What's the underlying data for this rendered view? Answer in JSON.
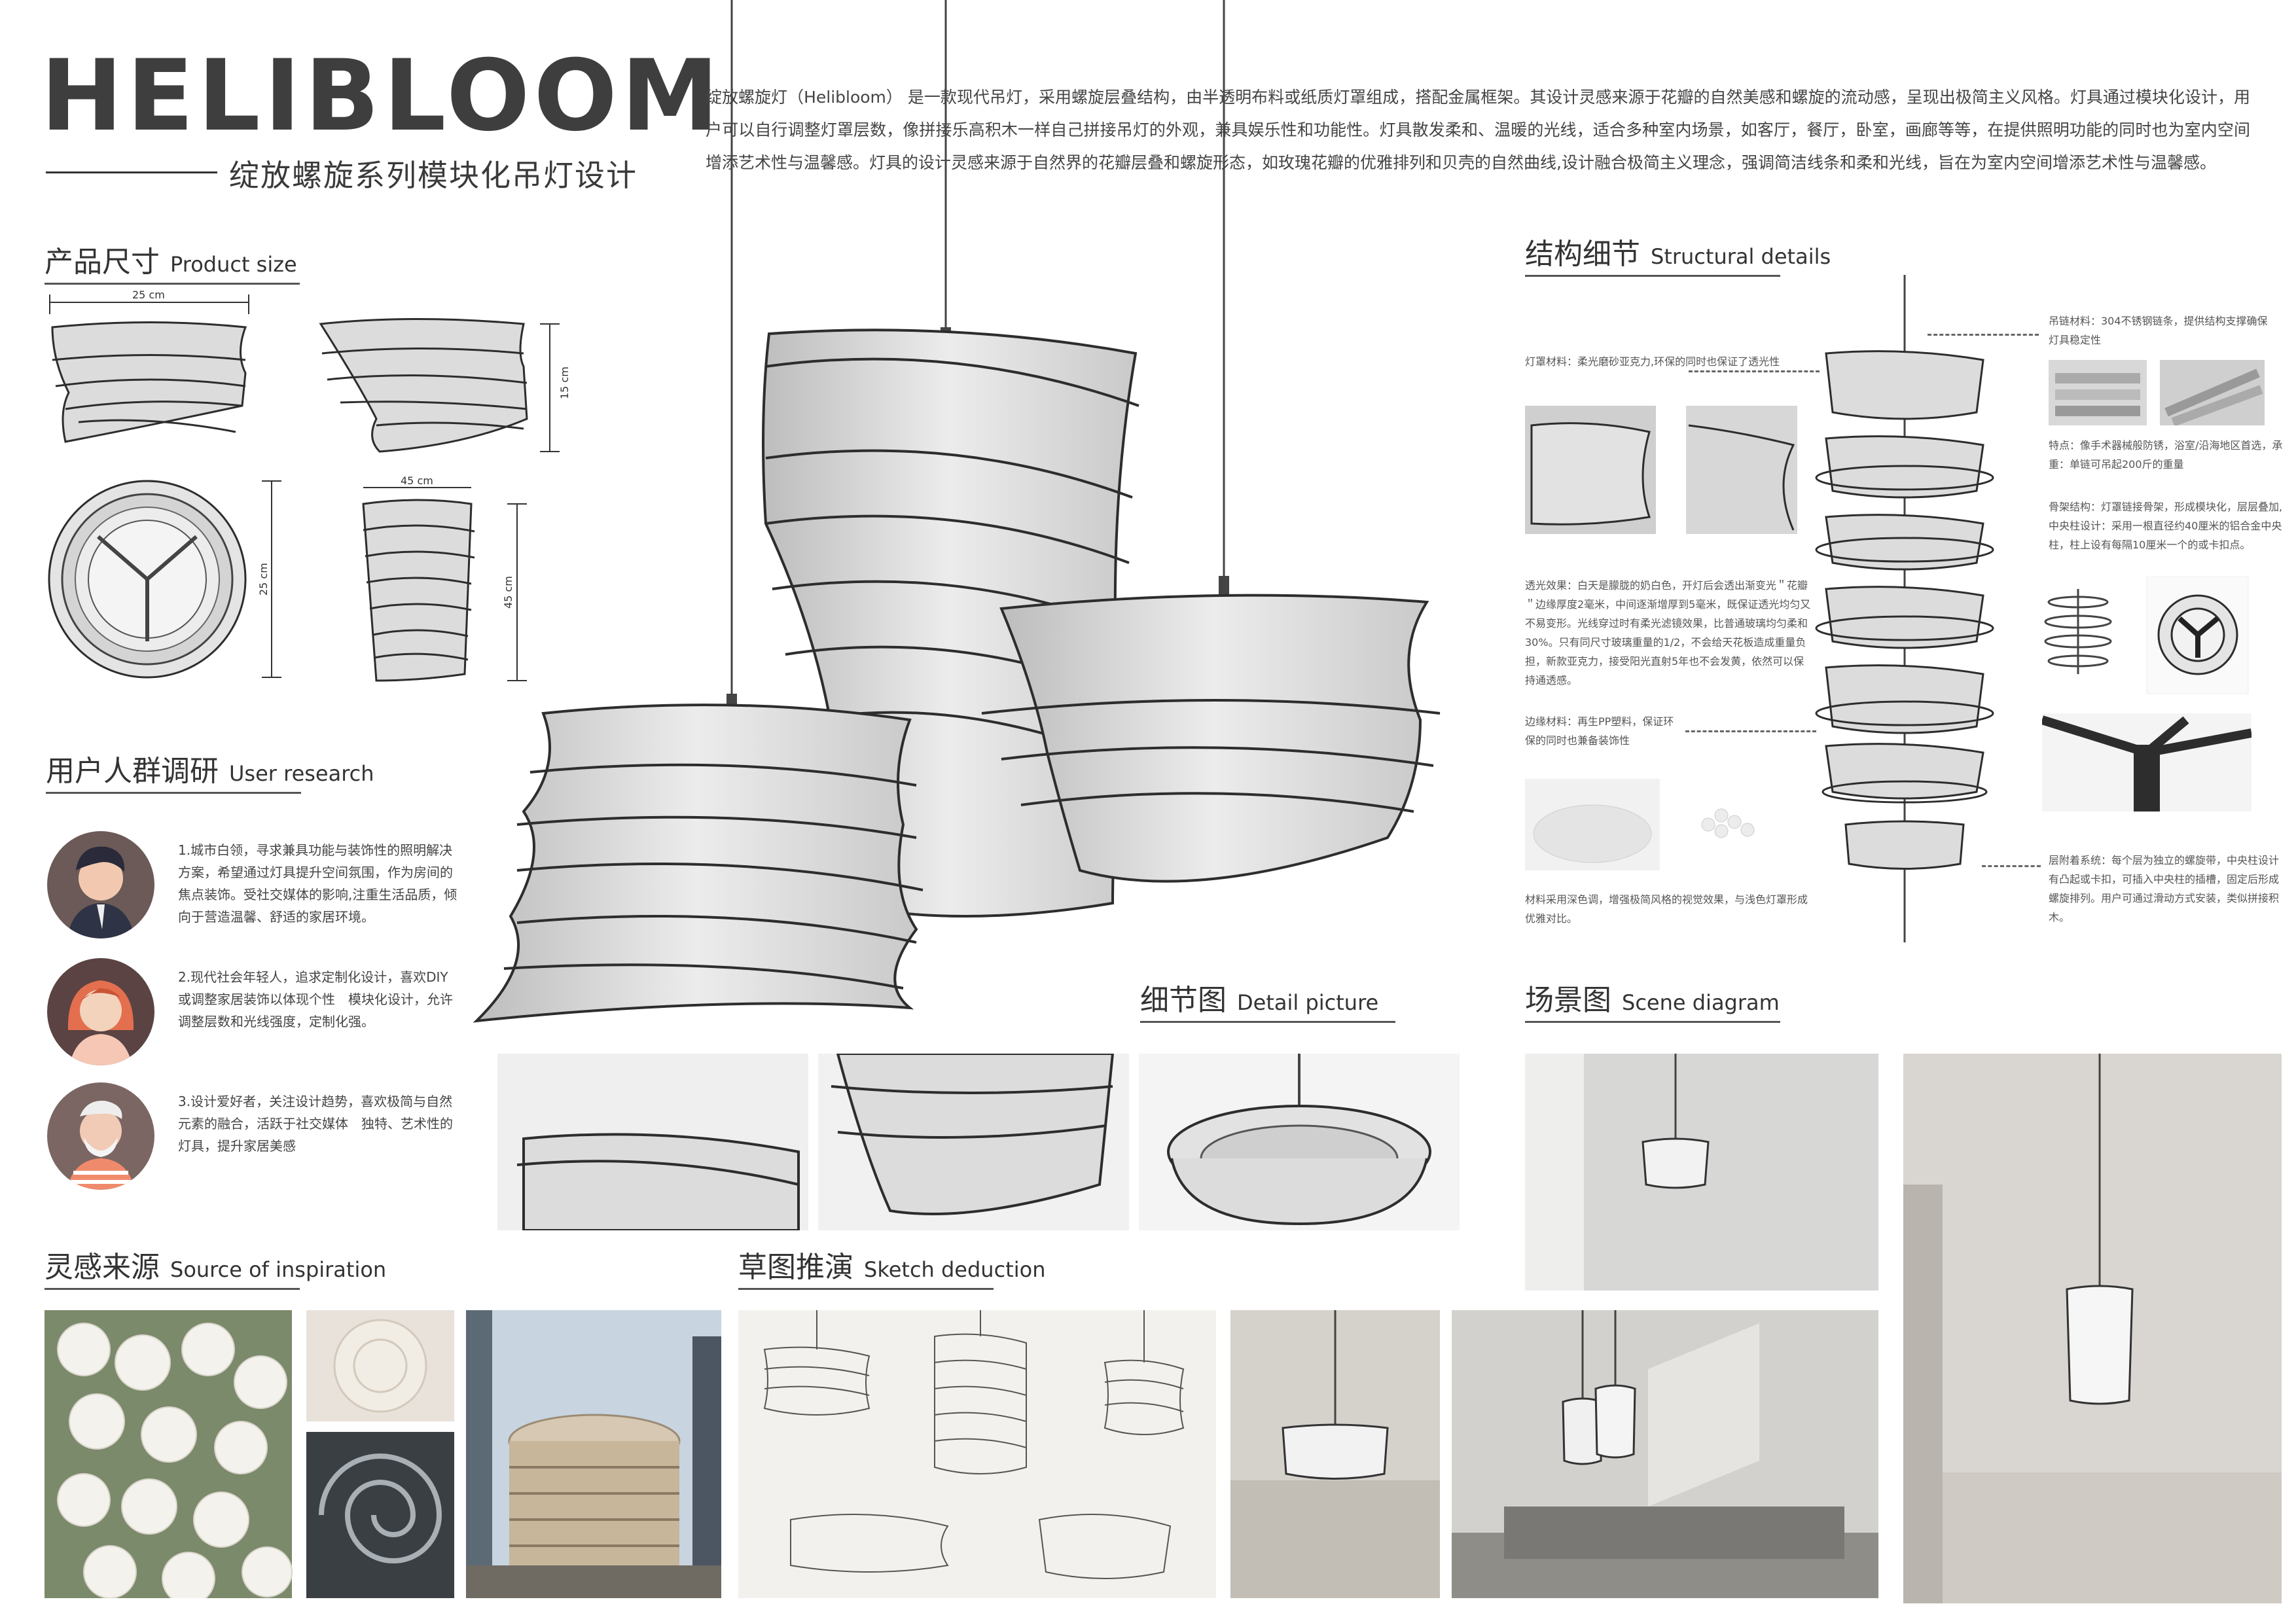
{
  "header": {
    "title": "HELIBLOOM",
    "subtitle": "绽放螺旋系列模块化吊灯设计",
    "intro": "绽放螺旋灯（Helibloom） 是一款现代吊灯，采用螺旋层叠结构，由半透明布料或纸质灯罩组成，搭配金属框架。其设计灵感来源于花瓣的自然美感和螺旋的流动感，呈现出极简主义风格。灯具通过模块化设计，用户可以自行调整灯罩层数，像拼接乐高积木一样自己拼接吊灯的外观，兼具娱乐性和功能性。灯具散发柔和、温暖的光线，适合多种室内场景，如客厅，餐厅，卧室，画廊等等，在提供照明功能的同时也为室内空间增添艺术性与温馨感。灯具的设计灵感来源于自然界的花瓣层叠和螺旋形态，如玫瑰花瓣的优雅排列和贝壳的自然曲线,设计融合极简主义理念，强调简洁线条和柔和光线，旨在为室内空间增添艺术性与温馨感。"
  },
  "sections": {
    "size": {
      "cn": "产品尺寸",
      "en": "Product size"
    },
    "user": {
      "cn": "用户人群调研",
      "en": "User research"
    },
    "inspiration": {
      "cn": "灵感来源",
      "en": "Source of inspiration"
    },
    "sketch": {
      "cn": "草图推演",
      "en": "Sketch deduction"
    },
    "structure": {
      "cn": "结构细节",
      "en": "Structural details"
    },
    "detail": {
      "cn": "细节图",
      "en": "Detail picture"
    },
    "scene": {
      "cn": "场景图",
      "en": "Scene diagram"
    }
  },
  "dimensions": {
    "front_width": "25 cm",
    "side_height": "15 cm",
    "top_diameter": "25 cm",
    "tall_width": "45 cm",
    "tall_height": "45 cm"
  },
  "users": [
    "1.城市白领，寻求兼具功能与装饰性的照明解决方案，希望通过灯具提升空间氛围，作为房间的焦点装饰。受社交媒体的影响,注重生活品质，倾向于营造温馨、舒适的家居环境。",
    "2.现代社会年轻人，追求定制化设计，喜欢DIY或调整家居装饰以体现个性　模块化设计，允许调整层数和光线强度，定制化强。",
    "3.设计爱好者，关注设计趋势，喜欢极简与自然元素的融合，活跃于社交媒体　独特、艺术性的灯具，提升家居美感"
  ],
  "structure": {
    "shade_material": "灯罩材料：柔光磨砂亚克力,环保的同时也保证了透光性",
    "light_effect": "透光效果：白天是朦胧的奶白色，开灯后会透出渐变光＂花瓣＂边缘厚度2毫米，中间逐渐增厚到5毫米，既保证透光均匀又不易变形。光线穿过时有柔光滤镜效果，比普通玻璃均匀柔和30%。只有同尺寸玻璃重量的1/2，不会给天花板造成重量负担，新款亚克力，接受阳光直射5年也不会发黄，依然可以保持通透感。",
    "edge_material": "边缘材料：再生PP塑料，保证环保的同时也兼备装饰性",
    "color_note": "材料采用深色调，增强极简风格的视觉效果，与浅色灯罩形成优雅对比。",
    "chain_material": "吊链材料：304不锈钢链条，提供结构支撑确保灯具稳定性",
    "chain_feature": "特点：像手术器械般防锈，浴室/沿海地区首选，承重：单链可吊起200斤的重量",
    "skeleton": "骨架结构：灯罩链接骨架，形成模块化，层层叠加,中央柱设计：采用一根直径约40厘米的铝合金中央柱，柱上设有每隔10厘米一个的或卡扣点。",
    "layer_system": "层附着系统：每个层为独立的螺旋带，中央柱设计有凸起或卡扣，可插入中央柱的插槽，固定后形成螺旋排列。用户可通过滑动方式安装，类似拼接积木。"
  },
  "colors": {
    "title": "#3e3e3e",
    "shade": "#dedede",
    "edge": "#2d2d2d",
    "accent_line": "#555555"
  },
  "icons": [
    "man-avatar-icon",
    "woman-avatar-icon",
    "bearded-man-avatar-icon"
  ]
}
